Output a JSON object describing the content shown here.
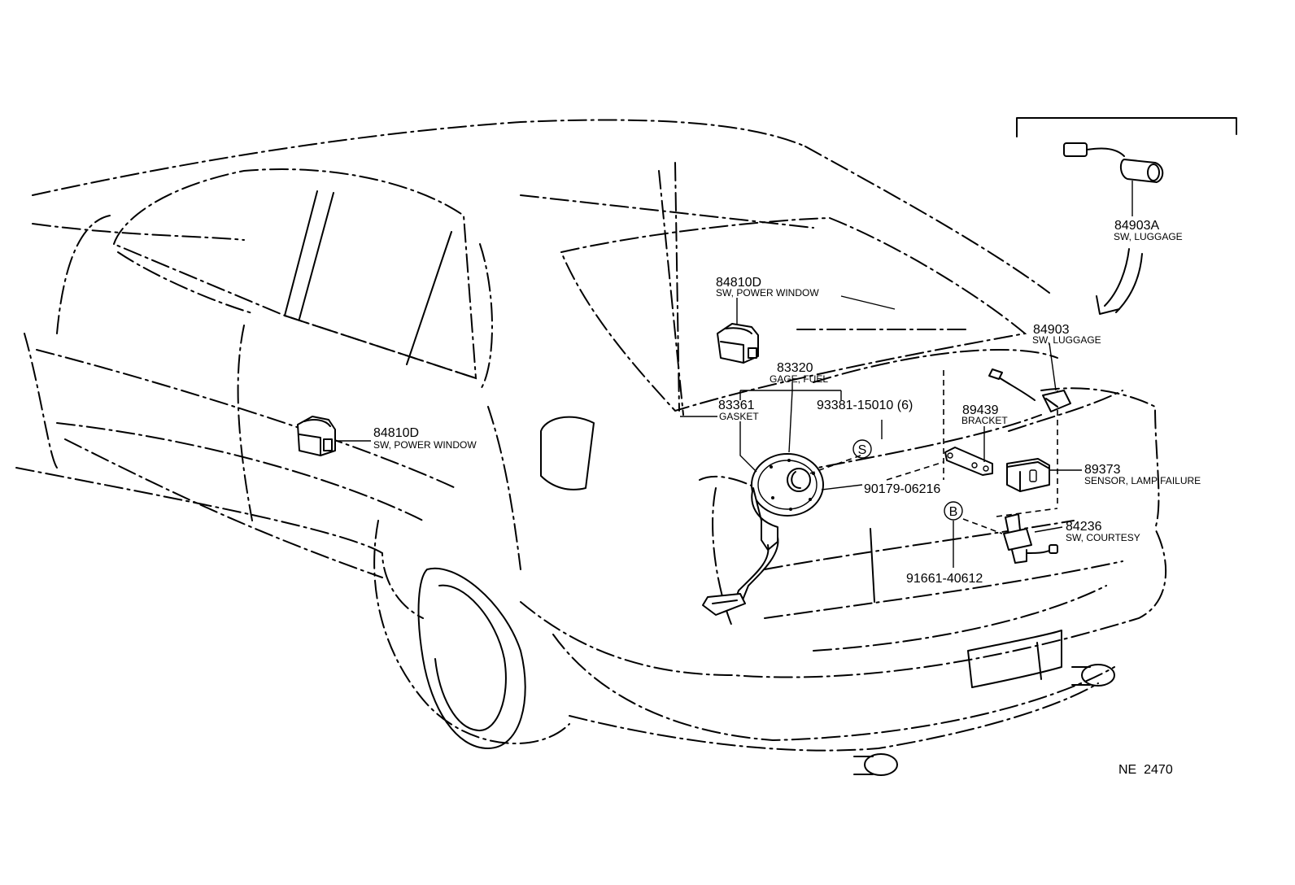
{
  "callouts": {
    "luggage_a": {
      "number": "84903A",
      "name": "SW, LUGGAGE"
    },
    "window_top": {
      "number": "84810D",
      "name": "SW, POWER WINDOW"
    },
    "luggage": {
      "number": "84903",
      "name": "SW, LUGGAGE"
    },
    "fuel_gage": {
      "number": "83320",
      "name": "GAGE, FUEL"
    },
    "gasket": {
      "number": "83361",
      "name": "GASKET"
    },
    "screw": {
      "number": "93381-15010 (6)"
    },
    "bracket": {
      "number": "89439",
      "name": "BRACKET"
    },
    "window_door": {
      "number": "84810D",
      "name": "SW, POWER WINDOW"
    },
    "lamp_sensor": {
      "number": "89373",
      "name": "SENSOR, LAMP FAILURE"
    },
    "clip": {
      "number": "90179-06216"
    },
    "courtesy": {
      "number": "84236",
      "name": "SW, COURTESY"
    },
    "bolt": {
      "number": "91661-40612"
    }
  },
  "markers": {
    "s": "S",
    "b": "B"
  },
  "ref_code": "NE  2470"
}
